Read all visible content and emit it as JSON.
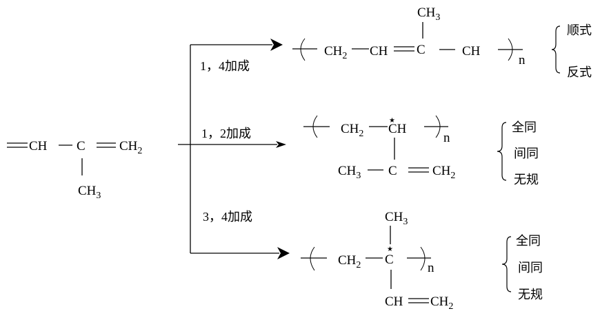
{
  "title": "Isoprene polymerization addition modes",
  "monomer": {
    "left_group": "CH",
    "center": "C",
    "right_group": "CH",
    "right_sub": "2",
    "branch": "CH",
    "branch_sub": "3"
  },
  "pathways": [
    {
      "label": "1，4加成",
      "product": {
        "g1": "CH",
        "g1_sub": "2",
        "g2": "CH",
        "g3": "C",
        "g3_branch": "CH",
        "g3_branch_sub": "3",
        "g4": "CH",
        "repeat": "n"
      },
      "isomers": [
        "顺式",
        "反式"
      ]
    },
    {
      "label": "1，2加成",
      "product": {
        "g1": "CH",
        "g1_sub": "2",
        "g2": "CH",
        "chiral_mark": "★",
        "side_a": "CH",
        "side_a_sub": "3",
        "side_b": "C",
        "side_c": "CH",
        "side_c_sub": "2",
        "repeat": "n"
      },
      "isomers": [
        "全同",
        "间同",
        "无规"
      ]
    },
    {
      "label": "3，4加成",
      "product": {
        "g1": "CH",
        "g1_sub": "2",
        "g2": "C",
        "chiral_mark": "★",
        "top": "CH",
        "top_sub": "3",
        "side_a": "CH",
        "side_b": "CH",
        "side_b_sub": "2",
        "repeat": "n"
      },
      "isomers": [
        "全同",
        "间同",
        "无规"
      ]
    }
  ]
}
